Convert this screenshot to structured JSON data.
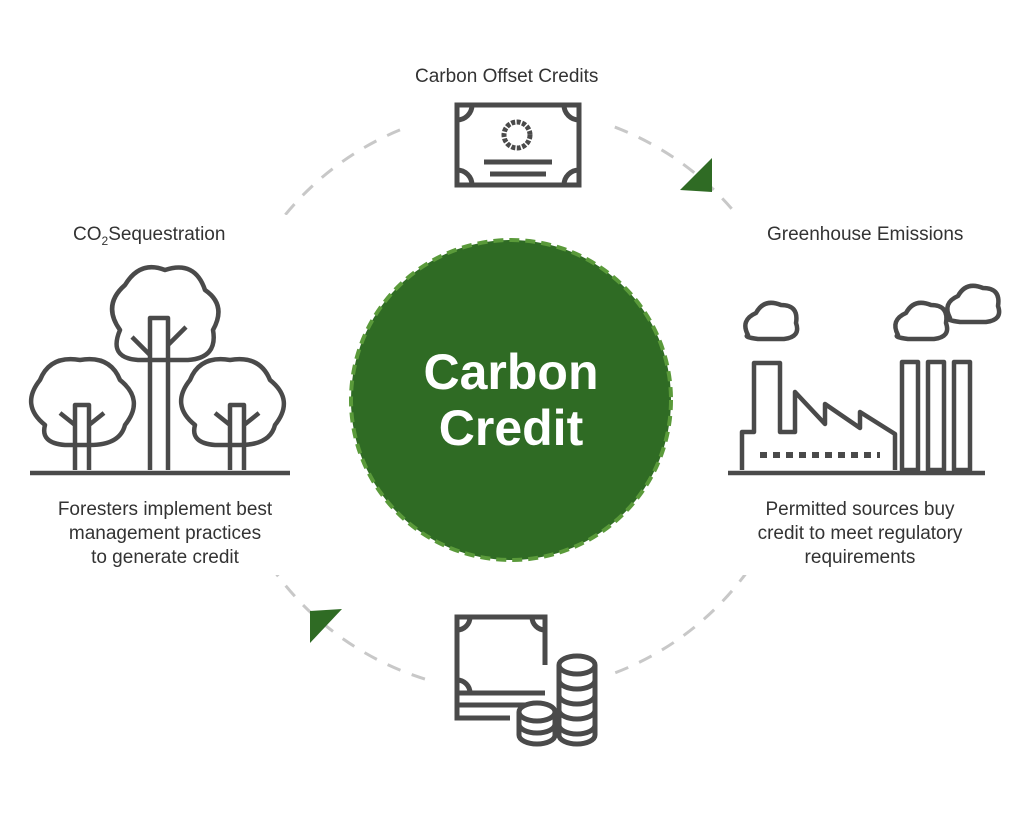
{
  "title": {
    "line1": "Carbon",
    "line2": "Credit"
  },
  "nodes": {
    "top": {
      "label": "Carbon Offset Credits",
      "icon": "certificate-icon"
    },
    "left": {
      "label_prefix": "CO",
      "label_sub": "2",
      "label_suffix": "Sequestration",
      "icon": "trees-icon",
      "description": [
        "Foresters implement best",
        "management practices",
        "to generate credit"
      ]
    },
    "right": {
      "label": "Greenhouse Emissions",
      "icon": "factory-icon",
      "description": [
        "Permitted sources buy",
        "credit to meet regulatory",
        "requirements"
      ]
    },
    "bottom": {
      "icon": "money-coins-icon"
    }
  },
  "colors": {
    "green": "#2f6b24",
    "green_border": "#5a9a3a",
    "icon": "#4a4a4a",
    "dash": "#c8c8c8"
  }
}
